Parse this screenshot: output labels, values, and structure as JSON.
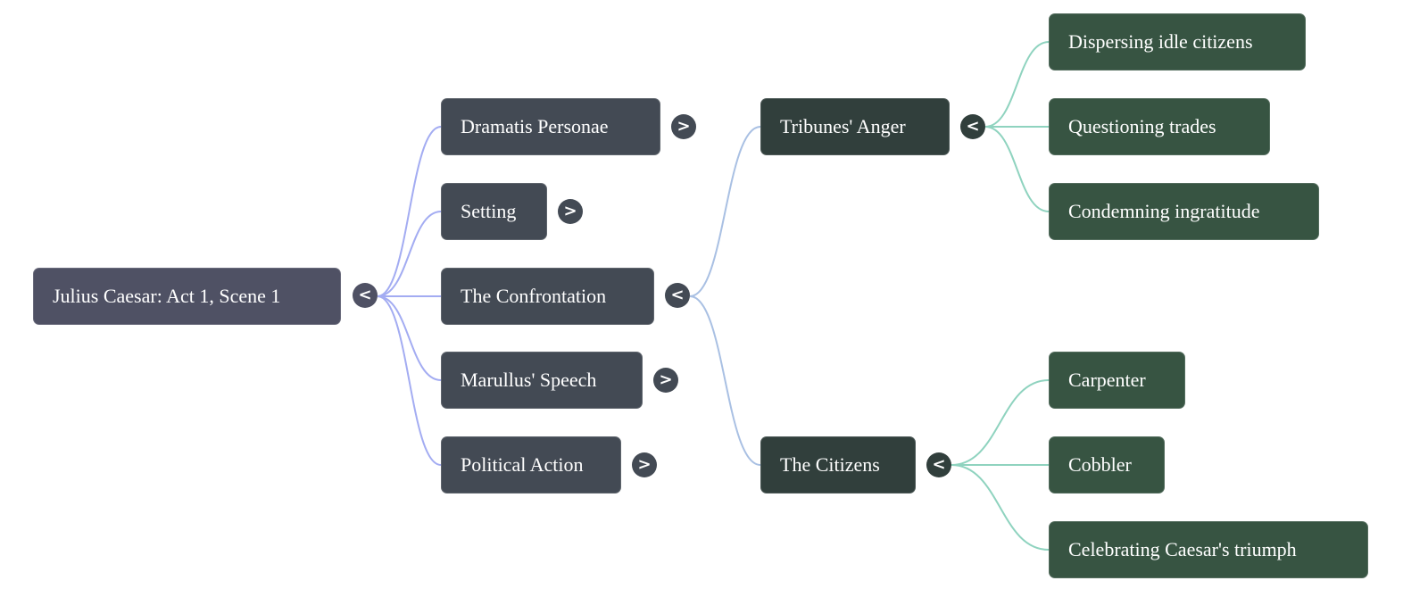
{
  "root": {
    "label": "Julius Caesar: Act 1, Scene 1",
    "toggle": "<"
  },
  "sections": [
    {
      "label": "Dramatis Personae",
      "toggle": ">"
    },
    {
      "label": "Setting",
      "toggle": ">"
    },
    {
      "label": "The Confrontation",
      "toggle": "<"
    },
    {
      "label": "Marullus' Speech",
      "toggle": ">"
    },
    {
      "label": "Political Action",
      "toggle": ">"
    }
  ],
  "confrontation": [
    {
      "label": "Tribunes' Anger",
      "toggle": "<",
      "children": [
        "Dispersing idle citizens",
        "Questioning trades",
        "Condemning ingratitude"
      ]
    },
    {
      "label": "The Citizens",
      "toggle": "<",
      "children": [
        "Carpenter",
        "Cobbler",
        "Celebrating Caesar's triumph"
      ]
    }
  ],
  "colors": {
    "edge_level1": "#a3acf2",
    "edge_level2": "#a9c0e3",
    "edge_level3": "#8fd3bf"
  }
}
